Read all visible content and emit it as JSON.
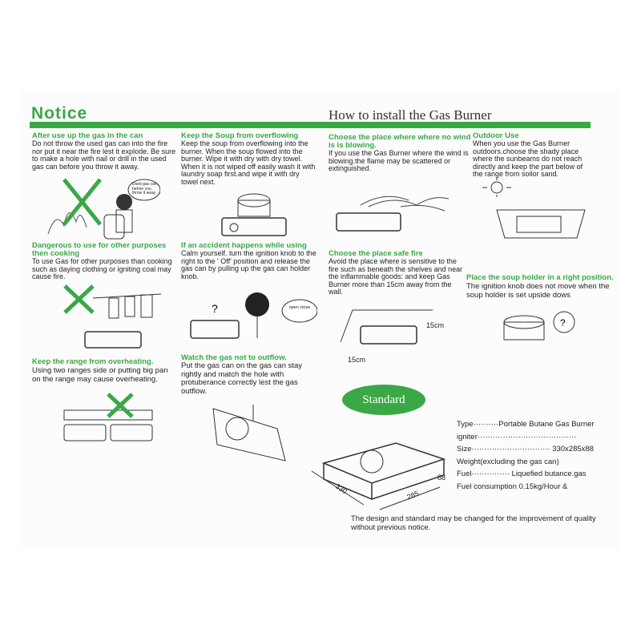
{
  "header": {
    "notice_title": "Notice",
    "install_title": "How to install the Gas Burner"
  },
  "sections": {
    "s1": {
      "heading": "After use up the gas in the can",
      "body": "Do not throw the used gas can into the fire nor put it near the fire lest it explode.  Be sure to make a hole with nail or drill in the used gas can before you throw it away."
    },
    "s1_bubble": "Used gas can before you throw it away",
    "s2": {
      "heading": "Keep the Soup from overflowing",
      "body": "Keep the soup from overflowing into the burner. When the soup flowed into the burner. Wipe it with dry with dry towel. When it is not wiped off easily wash it with laundry soap first.and wipe it with dry towel next."
    },
    "s3": {
      "heading": "Choose the place where where no wind is is blowing.",
      "body": "If you use the  Gas Burner where the wind is blowing.the flame may be scattered or extinguished."
    },
    "s4": {
      "heading": "Outdoor Use",
      "body": "When you use the Gas Burner outdoors.choose the shady place where the sunbeams do not reach directly and keep the part below of the range from soilor sand."
    },
    "s5": {
      "heading": "Dangerous to use for other purposes then cooking",
      "body": "To use Gas for other purposes than cooking such as daying clothing or igniting coal may cause fire."
    },
    "s6": {
      "heading": "If an accident happens while using",
      "body": "Calm yourself. turn the ignition knob to the right to the ' Off' position and release the gas can by pulling up the gas can holder knob."
    },
    "s6_bubble": "open close",
    "s7": {
      "heading": "Choose the place safe fire",
      "body": "Avoid the place where is sensitive to the fire such as beneath the shelves and near the inflammable goods: and keep Gas Burner more than 15cm away from the wall."
    },
    "s7_dim1": "15cm",
    "s7_dim2": "15cm",
    "s8": {
      "heading": "Place the soup holder in a right position.",
      "body": "The ignition knob does not move when the soup holder is set upside dows"
    },
    "s9": {
      "heading": "Keep the range from overheating.",
      "body": "Using two ranges side or putting big pan on the range may cause overheating."
    },
    "s10": {
      "heading": "Watch the gas not to outflow.",
      "body": "Put the gas can on the gas can stay rightly and match the hole with protuberance correctly lest the gas outflow."
    }
  },
  "standard": {
    "badge": "Standard",
    "specs": [
      {
        "label": "Type",
        "dots": "··········",
        "value": "Portable Butane Gas Burner"
      },
      {
        "label": "igniter",
        "dots": "·······································",
        "value": ""
      },
      {
        "label": "Size",
        "dots": "·······························",
        "value": "330x285x88"
      },
      {
        "label": "Weight(excluding the gas can)",
        "dots": "",
        "value": ""
      },
      {
        "label": "Fuel",
        "dots": "···············",
        "value": "Liquefied butance.gas"
      },
      {
        "label": "Fuel consumption 0.15kg/Hour &",
        "dots": "",
        "value": ""
      }
    ],
    "dim_w": "330",
    "dim_d": "285",
    "dim_h": "88",
    "footnote": "The design and standard may be changed for the improvement of quality without previous notice."
  },
  "colors": {
    "accent": "#3aa845",
    "cross": "#3aa845"
  },
  "icons": [
    "gas-can-icon",
    "soup-pot-icon",
    "wind-burner-icon",
    "sun-burner-icon",
    "clothes-drying-icon",
    "panic-person-icon",
    "wall-burner-icon",
    "pot-holder-icon",
    "two-ranges-icon",
    "gas-can-insert-icon",
    "burner-dimension-icon"
  ]
}
